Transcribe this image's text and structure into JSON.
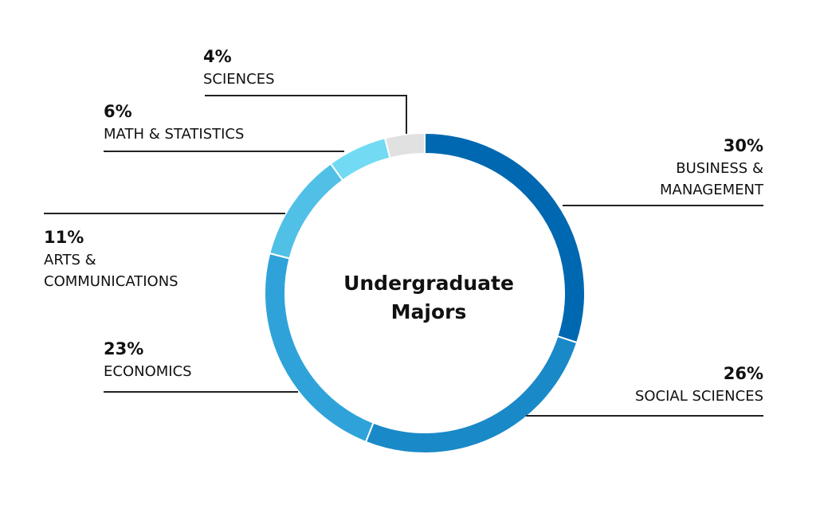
{
  "chart_data": {
    "type": "donut",
    "title": "Undergraduate Majors",
    "title_lines": [
      "Undergraduate",
      "Majors"
    ],
    "unit": "%",
    "slices": [
      {
        "label": "BUSINESS & MANAGEMENT",
        "label_lines": [
          "BUSINESS &",
          "MANAGEMENT"
        ],
        "value": 30,
        "display": "30%",
        "color": "#0068b0"
      },
      {
        "label": "SOCIAL SCIENCES",
        "label_lines": [
          "SOCIAL SCIENCES"
        ],
        "value": 26,
        "display": "26%",
        "color": "#1a89c8"
      },
      {
        "label": "ECONOMICS",
        "label_lines": [
          "ECONOMICS"
        ],
        "value": 23,
        "display": "23%",
        "color": "#2fa3d9"
      },
      {
        "label": "ARTS & COMMUNICATIONS",
        "label_lines": [
          "ARTS &",
          "COMMUNICATIONS"
        ],
        "value": 11,
        "display": "11%",
        "color": "#50c0e6"
      },
      {
        "label": "MATH & STATISTICS",
        "label_lines": [
          "MATH & STATISTICS"
        ],
        "value": 6,
        "display": "6%",
        "color": "#72dbf3"
      },
      {
        "label": "SCIENCES",
        "label_lines": [
          "SCIENCES"
        ],
        "value": 4,
        "display": "4%",
        "color": "#e1e1e1"
      }
    ]
  }
}
